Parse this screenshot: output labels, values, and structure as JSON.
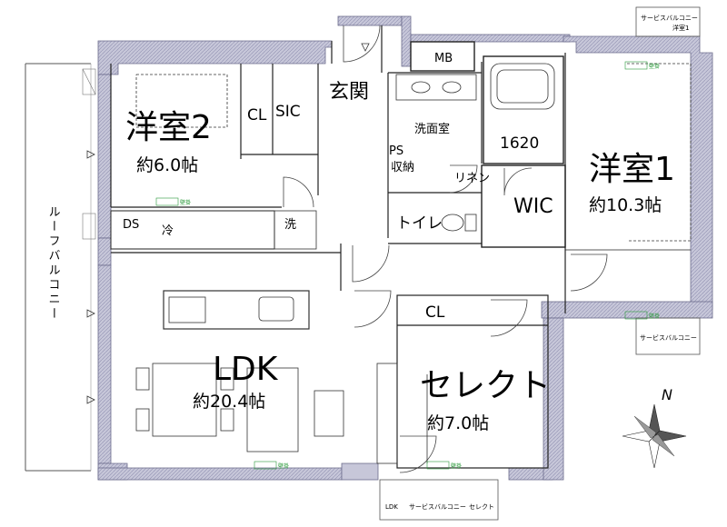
{
  "rooms": {
    "bedroom1": {
      "name": "洋室1",
      "area": "約10.3帖"
    },
    "bedroom2": {
      "name": "洋室2",
      "area": "約6.0帖"
    },
    "ldk": {
      "name": "LDK",
      "area": "約20.4帖"
    },
    "select": {
      "name": "セレクト",
      "area": "約7.0帖"
    }
  },
  "labels": {
    "cl_left": "CL",
    "sic": "SIC",
    "entrance": "玄関",
    "mb": "MB",
    "washroom": "洗面室",
    "bath": "1620",
    "ps": "PS",
    "storage": "収納",
    "linen": "リネン",
    "wic": "WIC",
    "toilet": "トイレ",
    "ds": "DS",
    "fridge": "冷",
    "washer": "洗",
    "cl_select": "CL",
    "roof_balcony": "ルーフバルコニー",
    "service_balcony_top": "サービスバルコニー",
    "service_balcony_right": "サービスバルコニー",
    "service_balcony_bottom": "サービスバルコニー",
    "bottom_ldk": "LDK",
    "bottom_select": "セレクト",
    "top_bedroom": "洋室1",
    "wall_tag": "壁掛",
    "compass_n": "N"
  }
}
